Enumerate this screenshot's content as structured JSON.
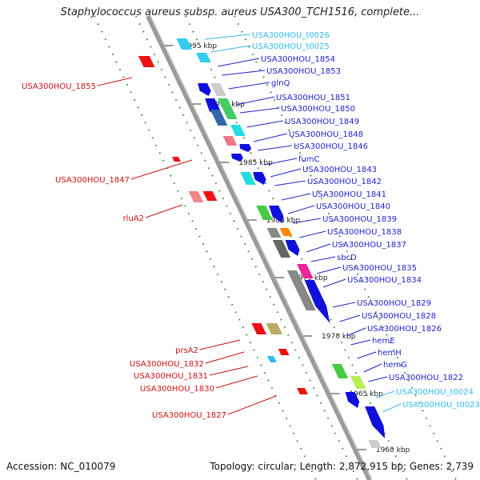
{
  "title": "Staphylococcus aureus subsp. aureus USA300_TCH1516, complete...",
  "footer": {
    "accession": "Accession: NC_010079",
    "topology": "Topology: circular; Length: 2,872,915 bp; Genes: 2,739"
  },
  "colors": {
    "rna_label": "#33bbee",
    "plus_label": "#2222cc",
    "minus_label": "#cc1111",
    "backbone": "#999999",
    "guide_dot": "#2a8a2a"
  },
  "scale_ticks": [
    "1995 kbp",
    "1990 kbp",
    "1985 kbp",
    "1980 kbp",
    "1975 kbp",
    "1970 kbp",
    "1965 kbp",
    "1960 kbp"
  ],
  "plus_labels": [
    {
      "text": "USA300HOU_t0026",
      "kind": "rna"
    },
    {
      "text": "USA300HOU_t0025",
      "kind": "rna"
    },
    {
      "text": "USA300HOU_1854",
      "kind": "cds"
    },
    {
      "text": "USA300HOU_1853",
      "kind": "cds"
    },
    {
      "text": "glnQ",
      "kind": "cds"
    },
    {
      "text": "USA300HOU_1851",
      "kind": "cds"
    },
    {
      "text": "USA300HOU_1850",
      "kind": "cds"
    },
    {
      "text": "USA300HOU_1849",
      "kind": "cds"
    },
    {
      "text": "USA300HOU_1848",
      "kind": "cds"
    },
    {
      "text": "USA300HOU_1846",
      "kind": "cds"
    },
    {
      "text": "fumC",
      "kind": "cds"
    },
    {
      "text": "USA300HOU_1843",
      "kind": "cds"
    },
    {
      "text": "USA300HOU_1842",
      "kind": "cds"
    },
    {
      "text": "USA300HOU_1841",
      "kind": "cds"
    },
    {
      "text": "USA300HOU_1840",
      "kind": "cds"
    },
    {
      "text": "USA300HOU_1839",
      "kind": "cds"
    },
    {
      "text": "USA300HOU_1838",
      "kind": "cds"
    },
    {
      "text": "USA300HOU_1837",
      "kind": "cds"
    },
    {
      "text": "sbcD",
      "kind": "cds"
    },
    {
      "text": "USA300HOU_1835",
      "kind": "cds"
    },
    {
      "text": "USA300HOU_1834",
      "kind": "cds"
    },
    {
      "text": "USA300HOU_1829",
      "kind": "cds"
    },
    {
      "text": "USA300HOU_1828",
      "kind": "cds"
    },
    {
      "text": "USA300HOU_1826",
      "kind": "cds"
    },
    {
      "text": "hemE",
      "kind": "cds"
    },
    {
      "text": "hemH",
      "kind": "cds"
    },
    {
      "text": "hemG",
      "kind": "cds"
    },
    {
      "text": "USA300HOU_1822",
      "kind": "cds"
    },
    {
      "text": "USA300HOU_t0024",
      "kind": "rna"
    },
    {
      "text": "USA300HOU_t0023",
      "kind": "rna"
    }
  ],
  "minus_labels": [
    {
      "text": "USA300HOU_1855"
    },
    {
      "text": "USA300HOU_1847"
    },
    {
      "text": "rluA2"
    },
    {
      "text": "prsA2"
    },
    {
      "text": "USA300HOU_1832"
    },
    {
      "text": "USA300HOU_1831"
    },
    {
      "text": "USA300HOU_1830"
    },
    {
      "text": "USA300HOU_1827"
    }
  ]
}
